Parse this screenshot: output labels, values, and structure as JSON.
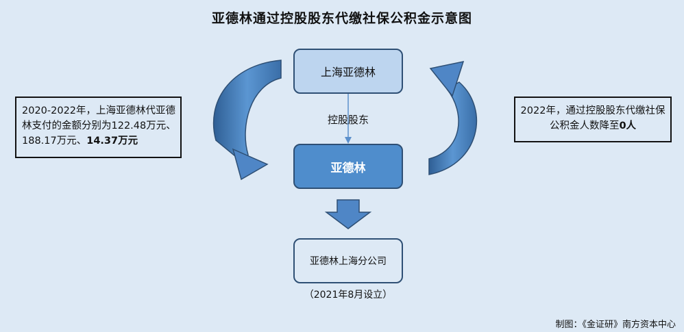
{
  "title": "亚德林通过控股股东代缴社保公积金示意图",
  "nodes": {
    "top": "上海亚德林",
    "middle": "亚德林",
    "bottom": "亚德林上海分公司"
  },
  "edge_label": "控股股东",
  "bottom_note": "（2021年8月设立）",
  "left_note": {
    "text": "2020-2022年，上海亚德林代亚德林支付的金额分别为122.48万元、188.17万元、",
    "highlight": "14.37万元"
  },
  "right_note": {
    "text": "2022年，通过控股股东代缴社保公积金人数降至",
    "highlight": "0人"
  },
  "credit": "制图：《金证研》南方资本中心",
  "colors": {
    "background": "#dde9f5",
    "node_light": "#bdd5ef",
    "node_dark": "#4f8dcc",
    "arrow_fill": "#4f86c6",
    "border": "#2e4f74"
  }
}
